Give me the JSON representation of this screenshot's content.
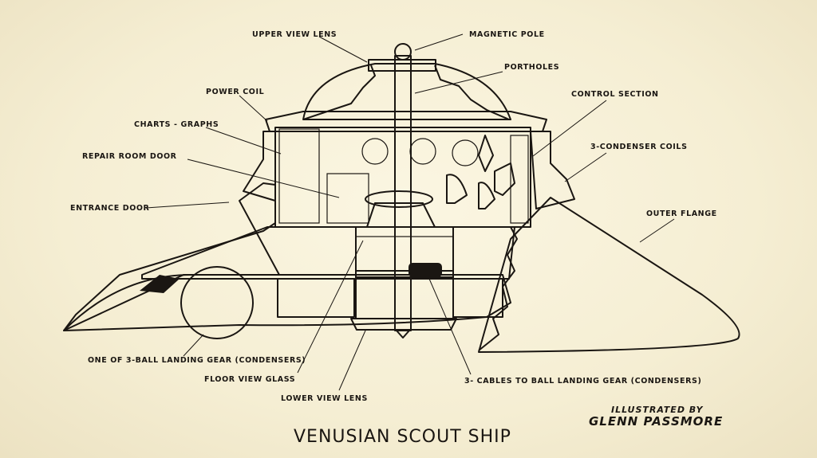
{
  "title": "VENUSIAN SCOUT SHIP",
  "credit": {
    "line1": "ILLUSTRATED BY",
    "line2": "GLENN PASSMORE"
  },
  "labels": {
    "upper_view_lens": "UPPER VIEW LENS",
    "magnetic_pole": "MAGNETIC POLE",
    "portholes": "PORTHOLES",
    "power_coil": "POWER COIL",
    "control_section": "CONTROL SECTION",
    "charts_graphs": "CHARTS - GRAPHS",
    "condenser_coils": "3-CONDENSER COILS",
    "repair_room_door": "REPAIR ROOM DOOR",
    "entrance_door": "ENTRANCE DOOR",
    "outer_flange": "OUTER FLANGE",
    "ball_landing_gear": "ONE OF 3-BALL LANDING GEAR (CONDENSERS)",
    "floor_view_glass": "FLOOR VIEW GLASS",
    "cables": "3- CABLES TO BALL LANDING GEAR (CONDENSERS)",
    "lower_view_lens": "LOWER VIEW LENS"
  }
}
